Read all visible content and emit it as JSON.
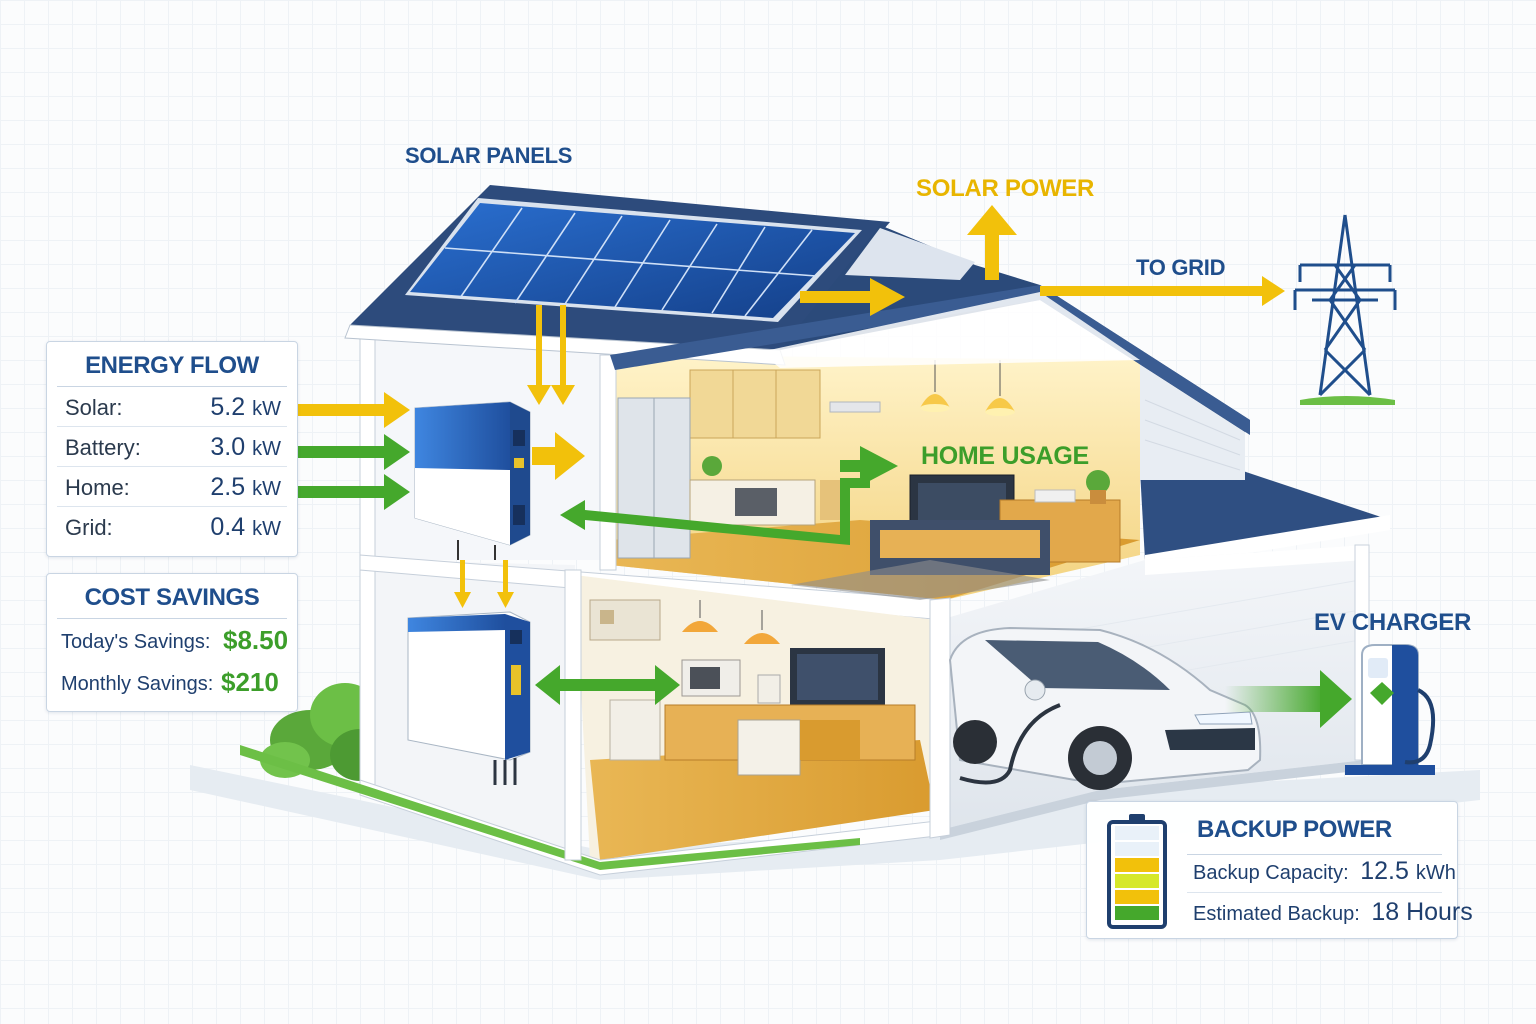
{
  "labels": {
    "solar_panels": "SOLAR PANELS",
    "solar_power": "SOLAR POWER",
    "to_grid": "TO GRID",
    "home_usage": "HOME USAGE",
    "ev_charger": "EV CHARGER"
  },
  "energy_flow": {
    "title": "ENERGY FLOW",
    "rows": [
      {
        "label": "Solar:",
        "value": "5.2",
        "unit": "kW"
      },
      {
        "label": "Battery:",
        "value": "3.0",
        "unit": "kW"
      },
      {
        "label": "Home:",
        "value": "2.5",
        "unit": "kW"
      },
      {
        "label": "Grid:",
        "value": "0.4",
        "unit": "kW"
      }
    ]
  },
  "cost_savings": {
    "title": "COST SAVINGS",
    "today_label": "Today's Savings:",
    "today_value": "$8.50",
    "monthly_label": "Monthly Savings:",
    "monthly_value": "$210"
  },
  "backup_power": {
    "title": "BACKUP POWER",
    "capacity_label": "Backup Capacity:",
    "capacity_value": "12.5",
    "capacity_unit": "kWh",
    "estimated_label": "Estimated Backup:",
    "estimated_value": "18 Hours",
    "battery_level": 0.6
  },
  "colors": {
    "solar_arrow": "#f2c10b",
    "green_arrow": "#45a82c",
    "roof": "#2b4a7a",
    "panel": "#1f55a8",
    "title_blue": "#1f4e8c"
  }
}
